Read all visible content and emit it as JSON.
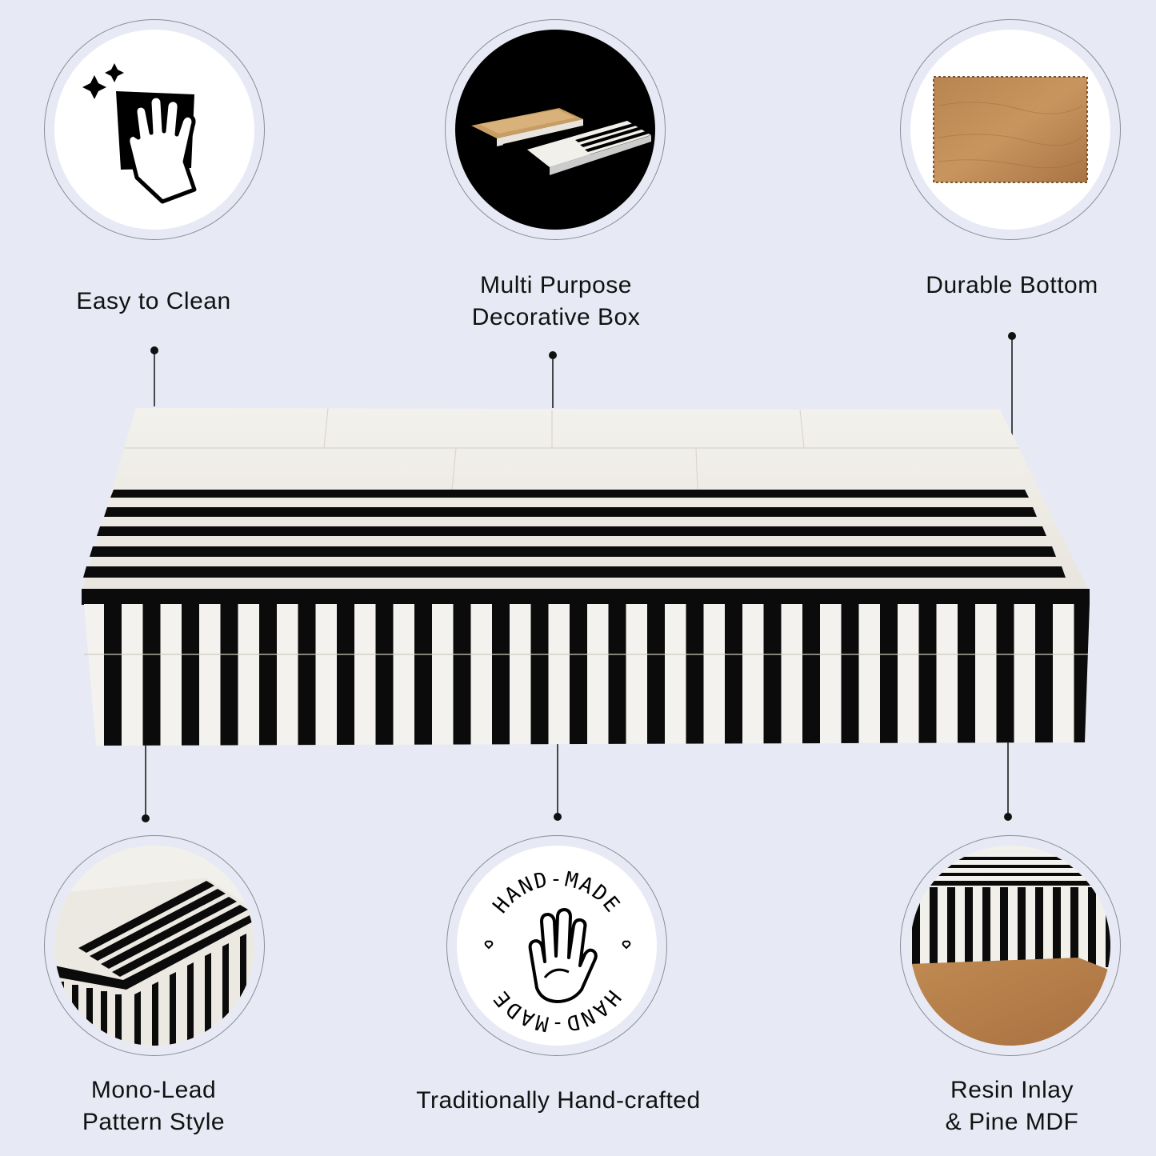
{
  "features": {
    "easy_clean": {
      "lines": [
        "Easy to Clean"
      ]
    },
    "multi_purpose": {
      "lines": [
        "Multi Purpose",
        "Decorative Box"
      ]
    },
    "durable_bottom": {
      "lines": [
        "Durable Bottom"
      ]
    },
    "mono_lead": {
      "lines": [
        "Mono-Lead",
        "Pattern Style"
      ]
    },
    "hand_crafted": {
      "lines": [
        "Traditionally Hand-crafted"
      ]
    },
    "resin_inlay": {
      "lines": [
        "Resin Inlay",
        "& Pine MDF"
      ]
    }
  },
  "badge": {
    "top_text": "HAND-MADE",
    "bottom_text": "HAND-MADE"
  },
  "icons": [
    "sparkle-icon",
    "cleaning-cloth-hand-icon",
    "hand-made-badge-icon",
    "heart-icon"
  ],
  "colors": {
    "background": "#e7e9f4",
    "stripe_black": "#0b0b0b",
    "stripe_white": "#f4f2ee",
    "wood": "#b9844e"
  }
}
